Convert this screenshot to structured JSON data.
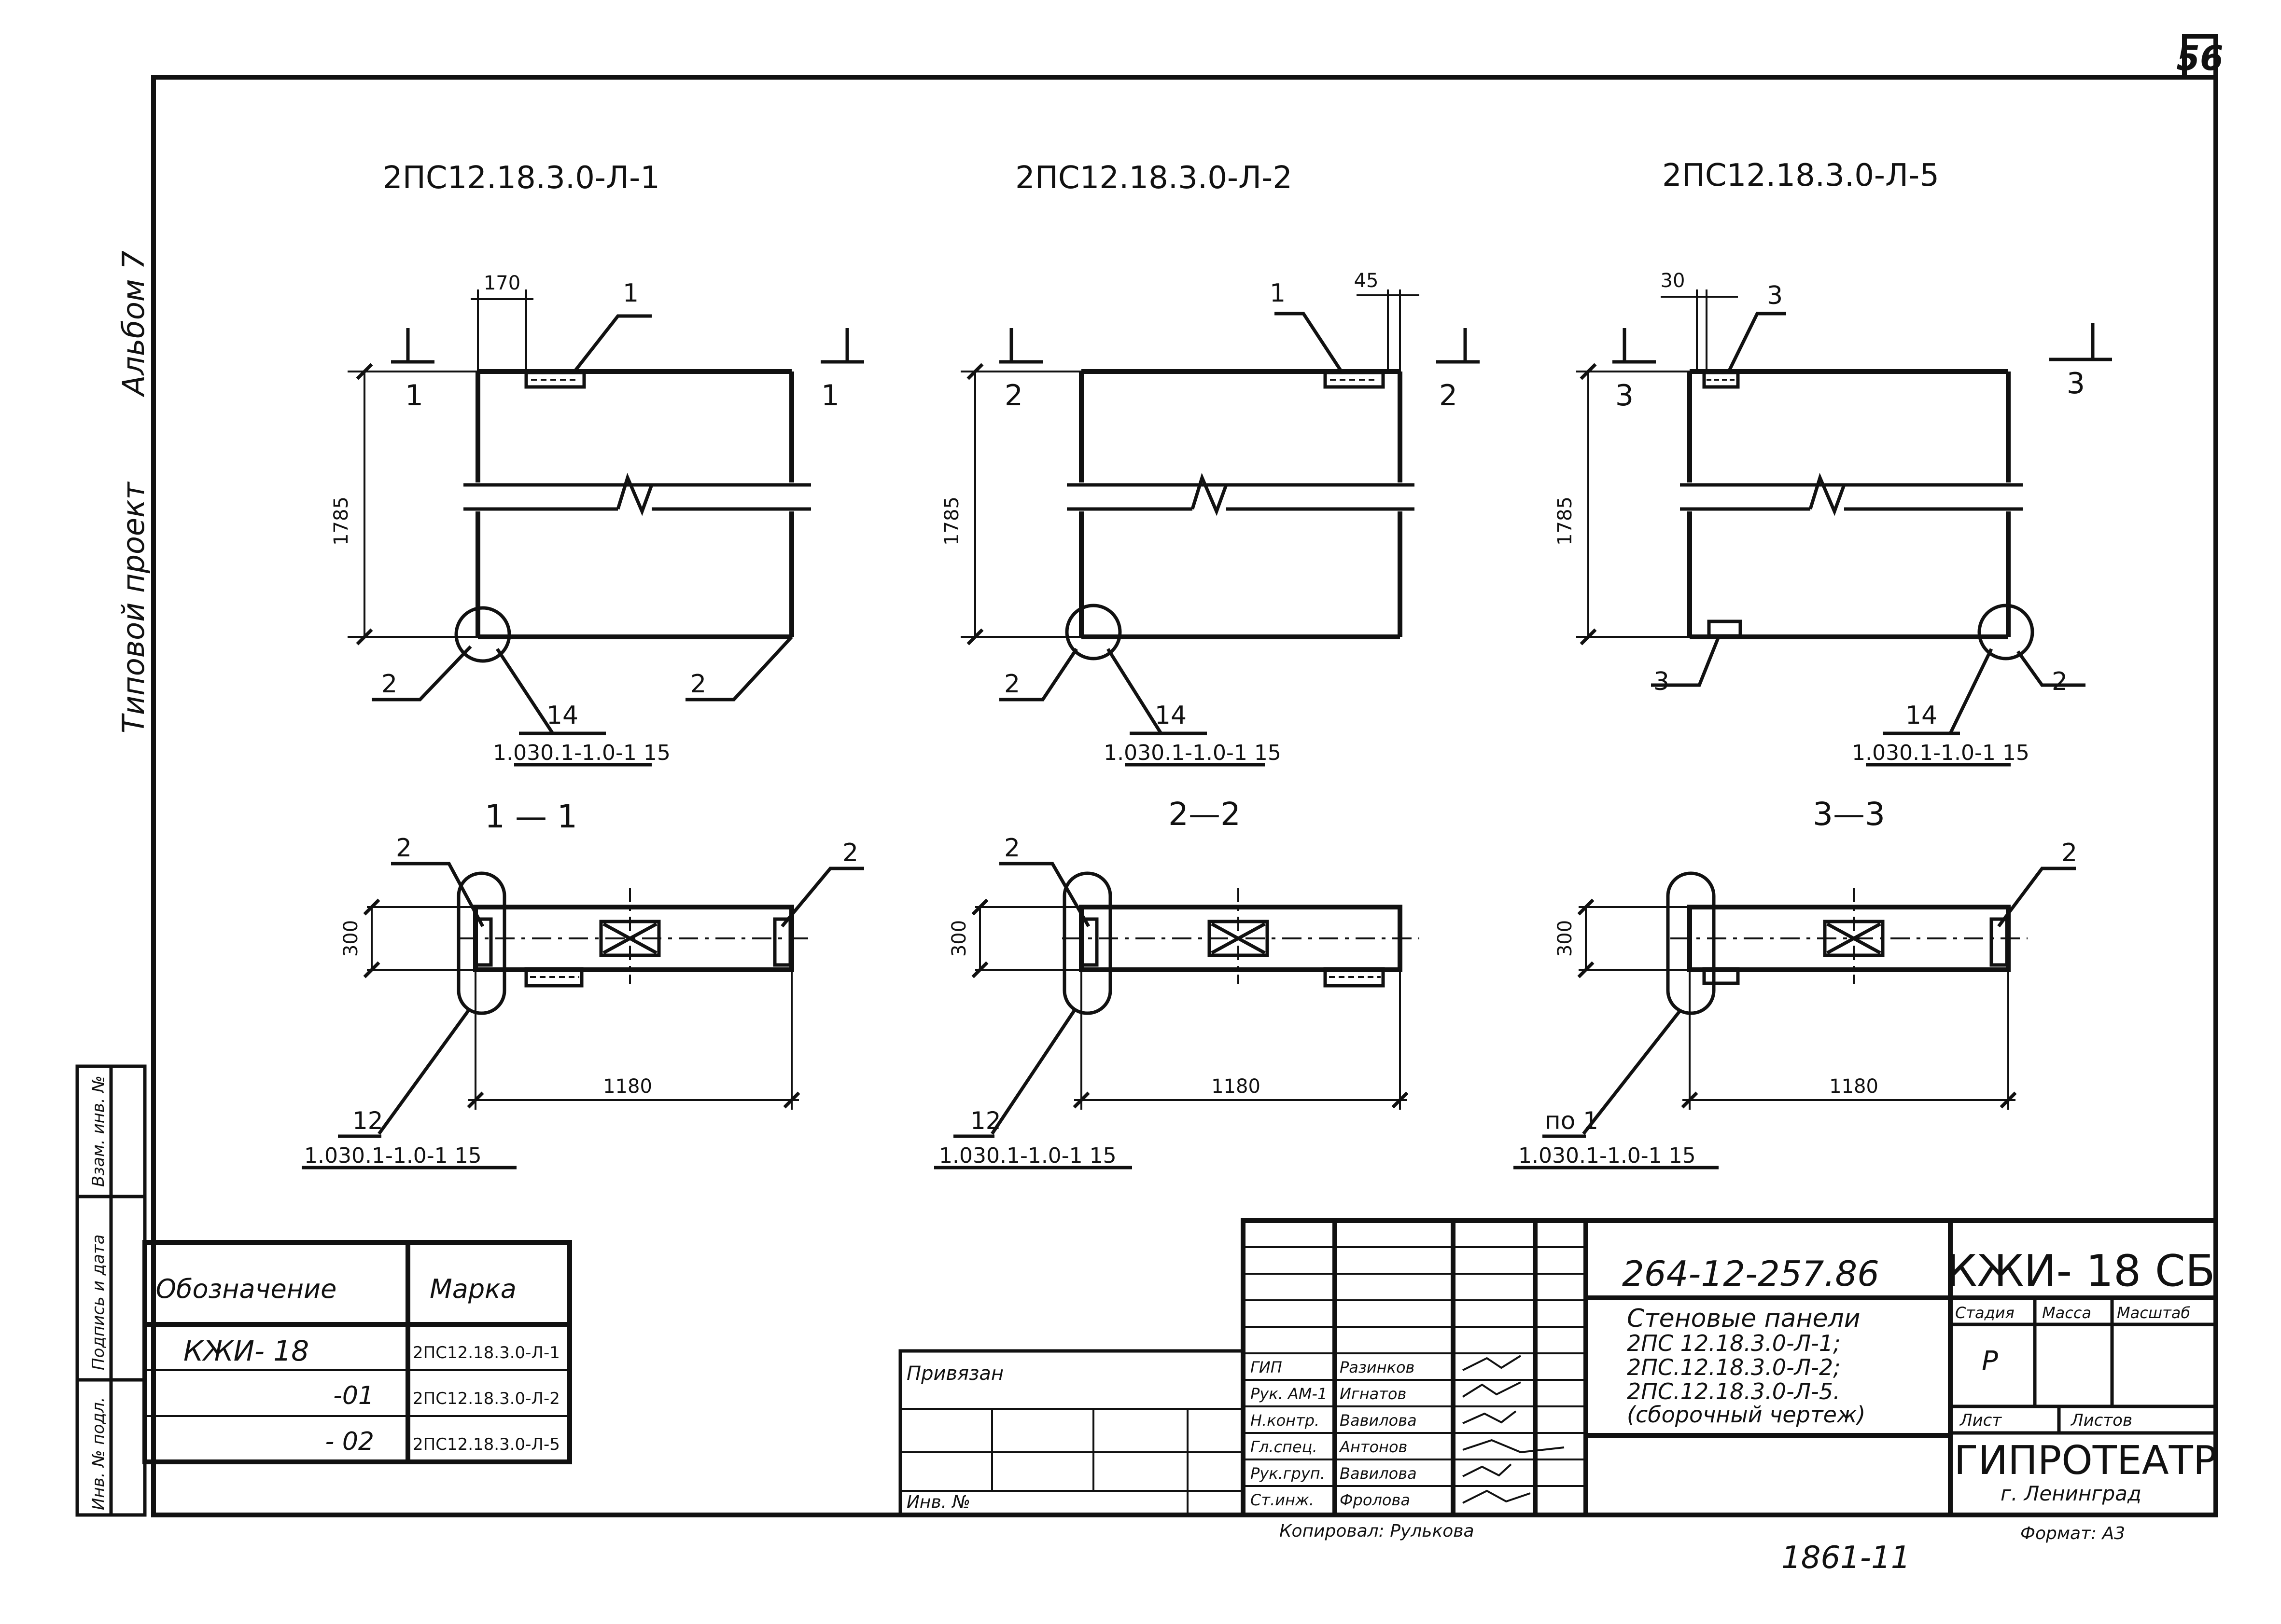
{
  "sheet": {
    "sheet_number": "56",
    "side_album": "Альбом 7",
    "side_project": "Типовой проект",
    "side_inv": "Инв. № подл.",
    "side_sign": "Подпись и дата",
    "side_vzam": "Взам. инв. №"
  },
  "panels": [
    {
      "title": "2ПС12.18.3.0-Л-1",
      "dim_top": "170",
      "dim_height": "1785",
      "cut": "1",
      "label_top": "1",
      "label_left": "2",
      "label_right": "2",
      "node_num": "14",
      "node_ref": "1.030.1-1.0-1 15",
      "section_title": "1 — 1",
      "section_height": "300",
      "section_width": "1180",
      "section_left": "2",
      "section_right": "2",
      "section_ref_num": "12",
      "section_ref": "1.030.1-1.0-1 15"
    },
    {
      "title": "2ПС12.18.3.0-Л-2",
      "dim_top": "45",
      "dim_height": "1785",
      "cut": "2",
      "label_top": "1",
      "label_left": "2",
      "node_num": "14",
      "node_ref": "1.030.1-1.0-1 15",
      "section_title": "2—2",
      "section_height": "300",
      "section_width": "1180",
      "section_left": "2",
      "section_ref_num": "12",
      "section_ref": "1.030.1-1.0-1 15"
    },
    {
      "title": "2ПС12.18.3.0-Л-5",
      "dim_top": "30",
      "dim_height": "1785",
      "cut": "3",
      "label_top": "3",
      "label_left": "3",
      "label_right": "2",
      "node_num": "14",
      "node_ref": "1.030.1-1.0-1 15",
      "section_title": "3—3",
      "section_height": "300",
      "section_width": "1180",
      "section_right": "2",
      "section_ref_num": "по 1",
      "section_ref": "1.030.1-1.0-1 15"
    }
  ],
  "spec_table": {
    "header_designation": "Обозначение",
    "header_mark": "Марка",
    "rows": [
      {
        "designation": "КЖИ- 18",
        "mark": "2ПС12.18.3.0-Л-1"
      },
      {
        "designation": "-01",
        "mark": "2ПС12.18.3.0-Л-2"
      },
      {
        "designation": "- 02",
        "mark": "2ПС12.18.3.0-Л-5"
      }
    ]
  },
  "title_block": {
    "bound_to": "Привязан",
    "inv_label": "Инв. №",
    "doc_code": "264-12-257.86",
    "mark_code": "КЖИ- 18 СБ",
    "description": [
      "Стеновые панели",
      "2ПС 12.18.3.0-Л-1;",
      "2ПС.12.18.3.0-Л-2;",
      "2ПС.12.18.3.0-Л-5.",
      "(сборочный чертеж)"
    ],
    "stage_label": "Стадия",
    "mass_label": "Масса",
    "scale_label": "Масштаб",
    "stage_value": "Р",
    "sheet_label": "Лист",
    "sheets_label": "Листов",
    "org_name": "ГИПРОТЕАТР",
    "org_city": "г. Ленинград",
    "roles": [
      {
        "role": "ГИП",
        "name": "Разинков"
      },
      {
        "role": "Рук. АМ-1",
        "name": "Игнатов"
      },
      {
        "role": "Н.контр.",
        "name": "Вавилова"
      },
      {
        "role": "Гл.спец.",
        "name": "Антонов"
      },
      {
        "role": "Рук.груп.",
        "name": "Вавилова"
      },
      {
        "role": "Ст.инж.",
        "name": "Фролова"
      }
    ],
    "copied_by": "Копировал: Рулькова",
    "format": "Формат: А3",
    "bottom_number": "1861-11"
  }
}
